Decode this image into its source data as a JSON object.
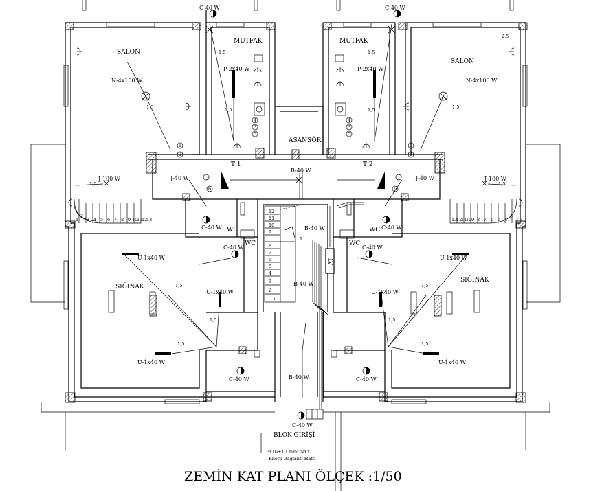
{
  "title": "ZEMİN KAT PLANI  ÖLÇEK :1/50",
  "rooms": {
    "salon_left": "SALON",
    "salon_right": "SALON",
    "mutfak_left": "MUTFAK",
    "mutfak_right": "MUTFAK",
    "asansor": "ASANSÖR",
    "siginak_left": "SIĞINAK",
    "siginak_right": "SIĞINAK",
    "wc_1": "WC",
    "wc_2": "WC",
    "wc_3": "WC",
    "wc_4": "WC",
    "blok_girisi": "BLOK GİRİŞİ"
  },
  "fixtures": {
    "c40_top_left": "C-40 W",
    "c40_top_right": "C-40 W",
    "p240_left": "P-2x40 W",
    "p240_right": "P-2x40 W",
    "n4100_left": "N-4x100 W",
    "n4100_right": "N-4x100 W",
    "j100_left": "J-100 W",
    "j100_right": "J-100 W",
    "j40_left": "J-40 W",
    "j40_right": "J-40 W",
    "b40_hall": "B-40 W",
    "b40_stair": "B-40 W",
    "b40_mid": "B-40 W",
    "b40_entry": "B-40 W",
    "c40_wc_left": "C-40 W",
    "c40_wc_right": "C-40 W",
    "c40_mid_left": "C-40 W",
    "c40_mid_right": "C-40 W",
    "c40_bot_left": "C-40 W",
    "c40_bot_right": "C-40 W",
    "c40_entry": "C-40 W",
    "u140_a": "U-1x40 W",
    "u140_b": "U-1x40 W",
    "u140_c": "U-1x40 W",
    "u140_d": "U-1x40 W",
    "u140_e": "U-1x40 W",
    "u140_f": "U-1x40 W",
    "t1": "T 1",
    "t2": "T 2",
    "at": "AT"
  },
  "dims": {
    "d1": "1,5",
    "d2": "1,5",
    "d3": "1,5",
    "d4": "1,5",
    "d5": "1,5",
    "d6": "1,5",
    "d7": "1,5",
    "d8": "1,5",
    "d9": "1,5",
    "d10": "1,5",
    "d11": "1,5",
    "d12": "1,5",
    "d13": "1,5",
    "d14": "1,5",
    "d15": "2,5"
  },
  "stairs_left": [
    "1",
    "2",
    "3",
    "4",
    "5",
    "6",
    "7",
    "8",
    "9",
    "10",
    "11",
    "12",
    "13"
  ],
  "stairs_right": [
    "13",
    "12",
    "11",
    "10",
    "9",
    "8",
    "7",
    "6",
    "5",
    "4",
    "3",
    "2",
    "1"
  ],
  "stairs_center_upper": [
    "12",
    "11",
    "10",
    "9"
  ],
  "stairs_center_lower": [
    "8",
    "7",
    "6",
    "5",
    "4",
    "3",
    "2",
    "1"
  ],
  "stair_up": "1",
  "circled": [
    "1",
    "2",
    "3",
    "4",
    "5",
    "6"
  ],
  "cable_note": {
    "line1": "3x16+10 mm² NYY",
    "line2": "Enerji Bağlantı Hattı"
  }
}
